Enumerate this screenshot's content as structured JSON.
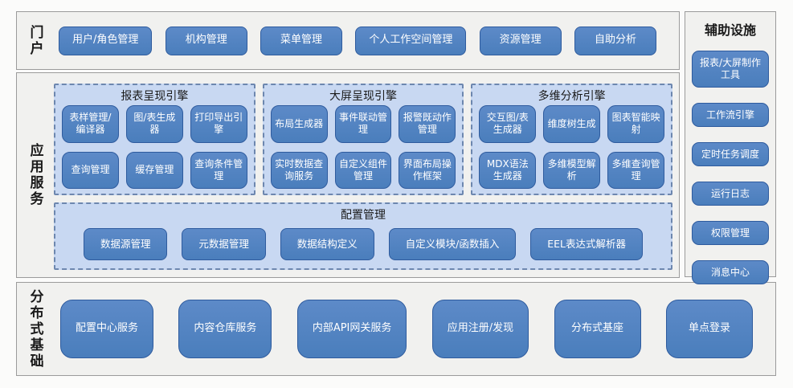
{
  "colors": {
    "page_bg": "#fbfbfa",
    "section_bg": "#f1f1ef",
    "section_border": "#9b9b9b",
    "button_blue": "#4a7ebc",
    "button_blue_light": "#5d8ac8",
    "button_border": "#2e5b9e",
    "panel_blue": "#c8d8f2",
    "panel_border": "#6d87af",
    "text_dark": "#1a1a1a",
    "button_text": "#ffffff"
  },
  "portal": {
    "label": "门户",
    "buttons": [
      "用户/角色管理",
      "机构管理",
      "菜单管理",
      "个人工作空间管理",
      "资源管理",
      "自助分析"
    ]
  },
  "app_services": {
    "label": "应用服务",
    "engines": [
      {
        "title": "报表呈现引擎",
        "items": [
          "表样管理/编译器",
          "图/表生成器",
          "打印导出引擎",
          "查询管理",
          "缓存管理",
          "查询条件管理"
        ]
      },
      {
        "title": "大屏呈现引擎",
        "items": [
          "布局生成器",
          "事件联动管理",
          "报警既动作管理",
          "实时数据查询服务",
          "自定义组件管理",
          "界面布局操作框架"
        ]
      },
      {
        "title": "多维分析引擎",
        "items": [
          "交互图/表生成器",
          "维度树生成",
          "图表智能映射",
          "MDX语法生成器",
          "多维模型解析",
          "多维查询管理"
        ]
      }
    ],
    "config": {
      "title": "配置管理",
      "items": [
        "数据源管理",
        "元数据管理",
        "数据结构定义",
        "自定义模块/函数插入",
        "EEL表达式解析器"
      ]
    }
  },
  "distributed": {
    "label": "分布式基础",
    "buttons": [
      "配置中心服务",
      "内容仓库服务",
      "内部API网关服务",
      "应用注册/发现",
      "分布式基座",
      "单点登录"
    ]
  },
  "auxiliary": {
    "title": "辅助设施",
    "buttons": [
      "报表/大屏制作工具",
      "工作流引擎",
      "定时任务调度",
      "运行日志",
      "权限管理",
      "消息中心"
    ]
  }
}
